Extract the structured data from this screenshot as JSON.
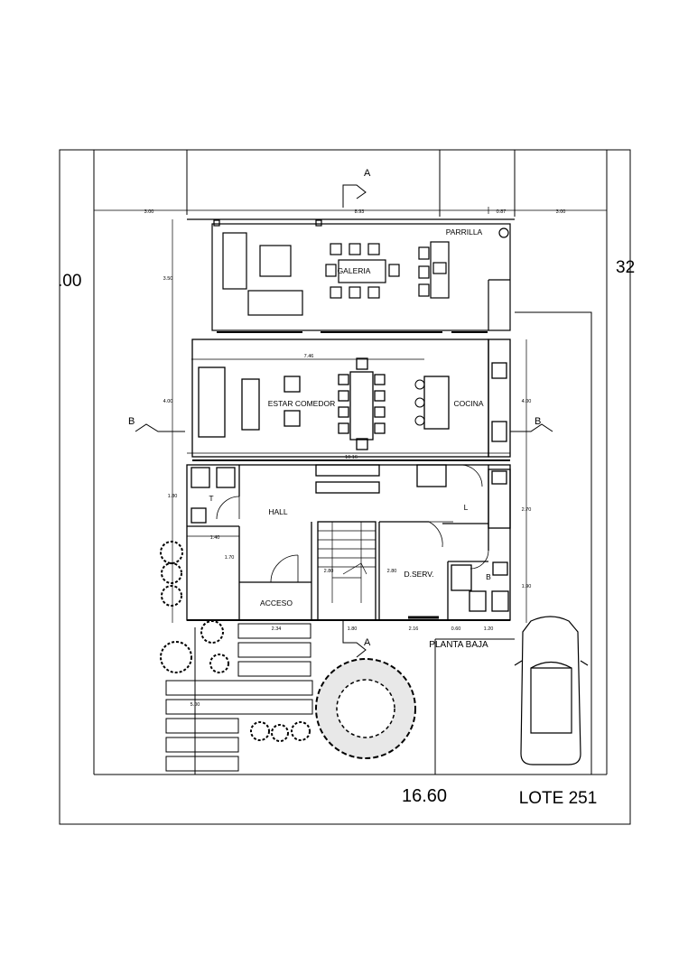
{
  "sheet": {
    "lot_label": "LOTE 251",
    "lot_width": "16.60",
    "left_edge_partial": ".00",
    "right_edge_partial": "32"
  },
  "sections": {
    "a_top": "A",
    "a_bottom": "A",
    "b_left": "B",
    "b_right": "B"
  },
  "rooms": {
    "parrilla": "PARRILLA",
    "galeria": "GALERIA",
    "estar_comedor": "ESTAR COMEDOR",
    "cocina": "COCINA",
    "hall": "HALL",
    "toilet": "T",
    "lavadero": "L",
    "acceso": "ACCESO",
    "dormitorio_servicio": "D.SERV.",
    "bano": "B"
  },
  "floor_label": "PLANTA BAJA",
  "dimensions": {
    "top_left": "3.00",
    "top_center": "8.93",
    "top_small": "0.87",
    "top_right": "3.00",
    "galeria_depth": "3.50",
    "living_depth_left": "4.00",
    "living_depth_right": "4.00",
    "living_width": "7.46",
    "house_width": "10.16",
    "toilet_depth": "1.80",
    "toilet_width": "1.40",
    "acceso_depth": "1.70",
    "lavadero_depth": "2.70",
    "bano_depth": "1.90",
    "stair_height": "2.80",
    "dserv_height": "2.80",
    "acceso_width": "2.34",
    "stair_width": "1.80",
    "dserv_width": "2.16",
    "wall_gap": "0.60",
    "bano_width": "1.20",
    "front_yard": "5.00"
  }
}
